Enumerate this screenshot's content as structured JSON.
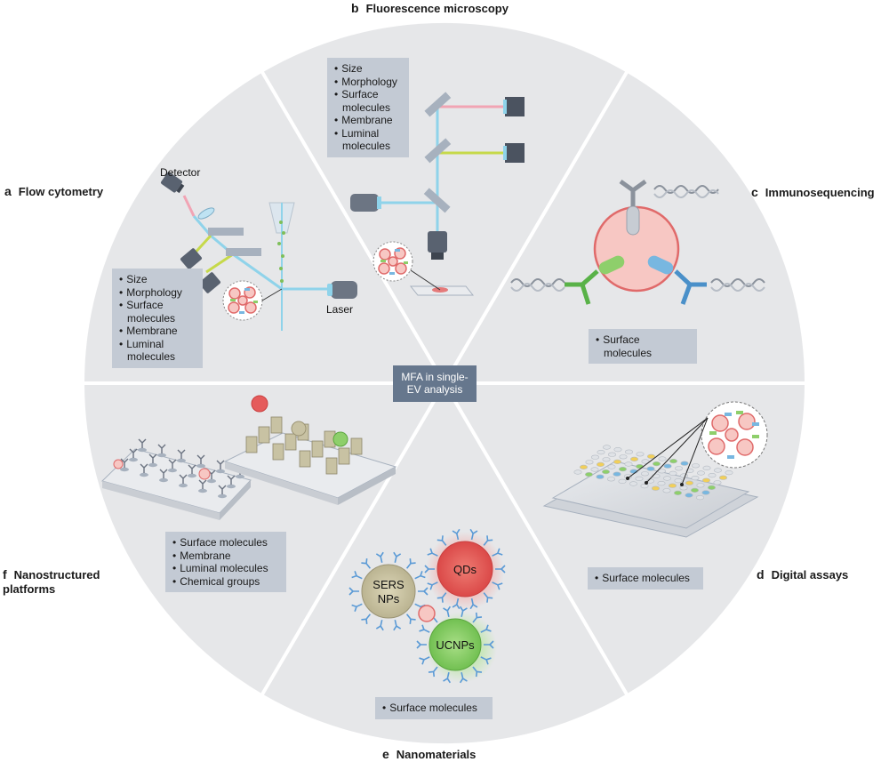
{
  "center": {
    "line1": "MFA in single-",
    "line2": "EV analysis"
  },
  "panels": {
    "a": {
      "letter": "a",
      "title": "Flow cytometry",
      "labels": {
        "detector": "Detector",
        "laser": "Laser"
      },
      "items": [
        "Size",
        "Morphology",
        "Surface molecules",
        "Membrane",
        "Luminal molecules"
      ]
    },
    "b": {
      "letter": "b",
      "title": "Fluorescence microscopy",
      "items": [
        "Size",
        "Morphology",
        "Surface molecules",
        "Membrane",
        "Luminal molecules"
      ]
    },
    "c": {
      "letter": "c",
      "title": "Immunosequencing",
      "items": [
        "Surface molecules"
      ]
    },
    "d": {
      "letter": "d",
      "title": "Digital assays",
      "items": [
        "Surface molecules"
      ]
    },
    "e": {
      "letter": "e",
      "title": "Nanomaterials",
      "items": [
        "Surface molecules"
      ],
      "particles": {
        "qds": "QDs",
        "sers_line1": "SERS",
        "sers_line2": "NPs",
        "ucnps": "UCNPs"
      }
    },
    "f": {
      "letter": "f",
      "title_line1": "Nanostructured",
      "title_line2": "platforms",
      "items": [
        "Surface molecules",
        "Membrane",
        "Luminal molecules",
        "Chemical groups"
      ]
    }
  },
  "colors": {
    "sector": "#e6e7e9",
    "box": "#c3cad4",
    "center": "#66778d",
    "beam_blue": "#8fd3ea",
    "beam_pink": "#f1a4b4",
    "beam_green": "#c6d94a",
    "vesicle_fill": "#f7c7c3",
    "vesicle_stroke": "#e06a6a",
    "qds": "#e55b5b",
    "sers": "#c8c2a3",
    "ucnps": "#8ecf6b"
  }
}
